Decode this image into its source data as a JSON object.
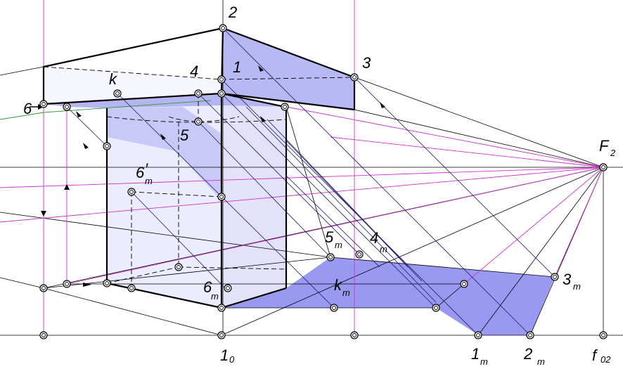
{
  "labels": {
    "p2": "2",
    "p1": "1",
    "p3": "3",
    "p4": "4",
    "pk": "k",
    "p6": "6",
    "p5": "5",
    "p6tp": "6",
    "p6tp_prime": "′",
    "p6tp_sub": "т",
    "F": "F",
    "F_sub": "2",
    "p5t": "5",
    "p5t_sub": "т",
    "p4t": "4",
    "p4t_sub": "т",
    "p3t": "3",
    "p3t_sub": "т",
    "pkt": "k",
    "pkt_sub": "т",
    "p6t": "6",
    "p6t_sub": "т",
    "p10": "1",
    "p10_sub": "0",
    "p1t": "1",
    "p1t_sub": "т",
    "p2t": "2",
    "p2t_sub": "т",
    "f02": "f",
    "f02_sub": "02"
  },
  "colors": {
    "line": "#000000",
    "projection": "#1a1a6e",
    "magenta": "#cc33cc",
    "green": "#339933",
    "shade_light": "#ececff",
    "shade_mid": "#c4c4f6",
    "shadow": "#8e8ef0"
  }
}
